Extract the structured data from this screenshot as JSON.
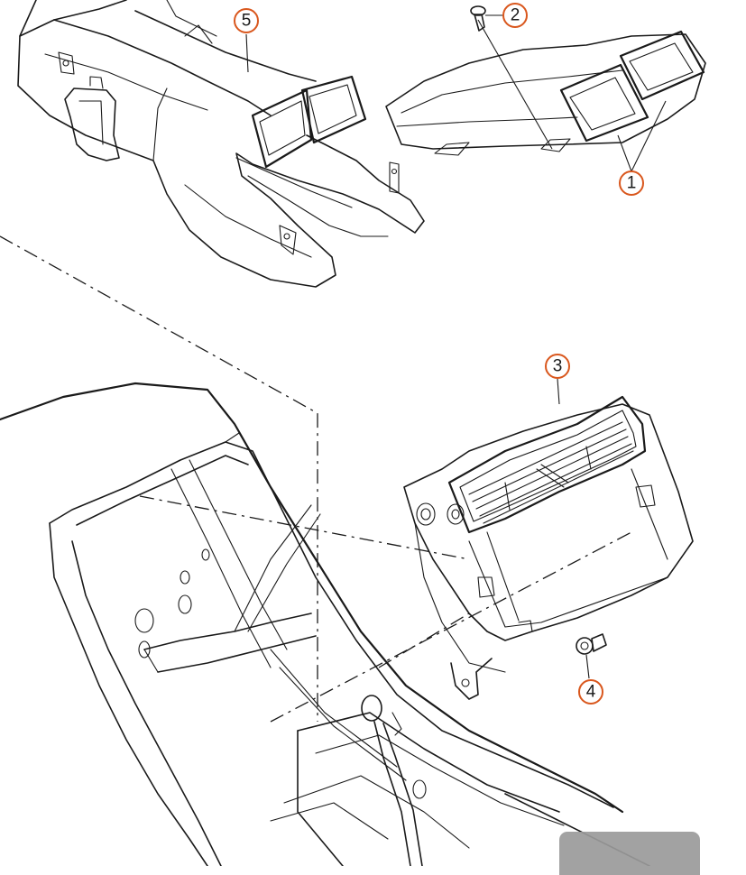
{
  "callouts": [
    {
      "id": "1",
      "label": "1"
    },
    {
      "id": "2",
      "label": "2"
    },
    {
      "id": "3",
      "label": "3"
    },
    {
      "id": "4",
      "label": "4"
    },
    {
      "id": "5",
      "label": "5"
    }
  ],
  "colors": {
    "line": "#1a1a1a",
    "callout_ring": "#d9571d",
    "background": "#ffffff",
    "overlay": "#9a9a9a"
  }
}
